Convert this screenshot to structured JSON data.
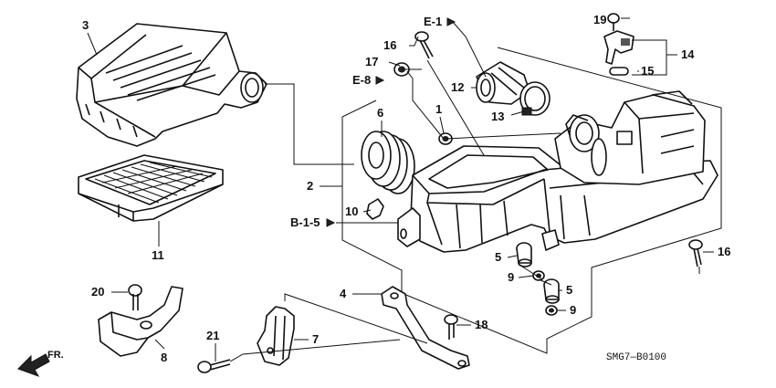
{
  "callouts": {
    "c1": "1",
    "c2": "2",
    "c3": "3",
    "c4": "4",
    "c5a": "5",
    "c5b": "5",
    "c6": "6",
    "c7": "7",
    "c8": "8",
    "c9a": "9",
    "c9b": "9",
    "c10": "10",
    "c11": "11",
    "c12": "12",
    "c13": "13",
    "c14": "14",
    "c15": "15",
    "c16a": "16",
    "c16b": "16",
    "c17": "17",
    "c18": "18",
    "c19": "19",
    "c20": "20",
    "c21": "21"
  },
  "references": {
    "e1": "E-1",
    "e8": "E-8",
    "b15": "B-1-5"
  },
  "diagram_code": "SMG7—B0100",
  "direction_label": "FR."
}
